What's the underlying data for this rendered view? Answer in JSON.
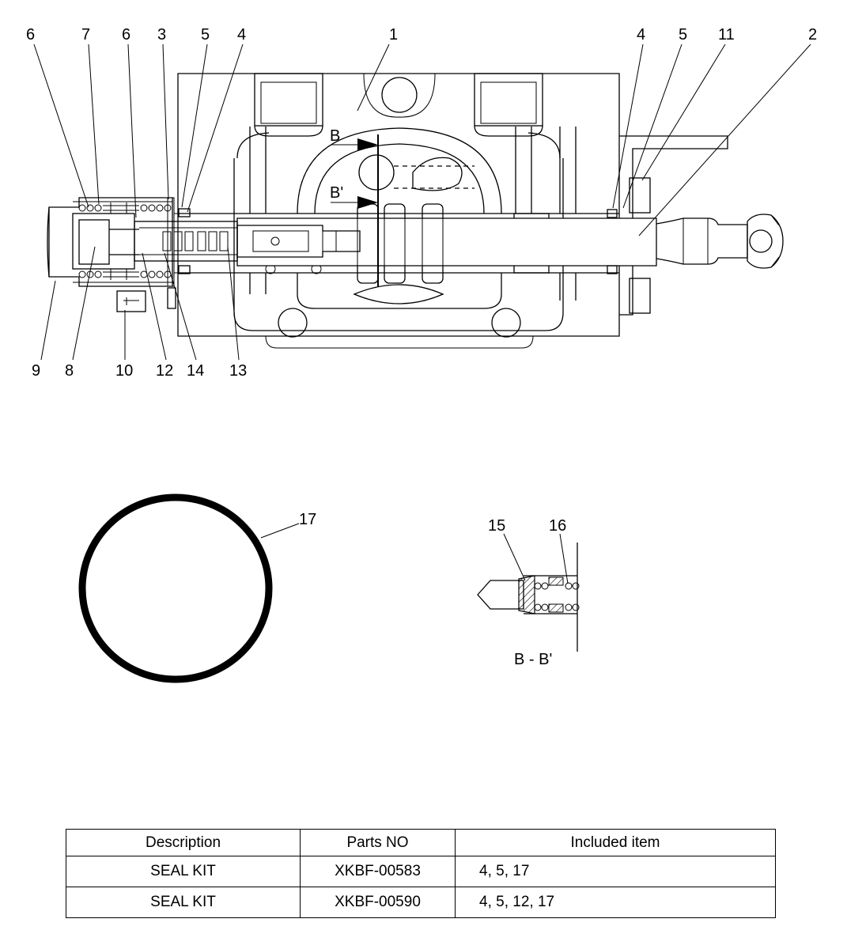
{
  "callouts": {
    "top": [
      "6",
      "7",
      "6",
      "3",
      "5",
      "4",
      "1",
      "4",
      "5",
      "11",
      "2"
    ],
    "bottom": [
      "9",
      "8",
      "10",
      "12",
      "14",
      "13"
    ],
    "ring": "17",
    "detail": [
      "15",
      "16"
    ]
  },
  "section_marks": {
    "b": "B",
    "b_prime": "B'"
  },
  "section_caption": "B - B'",
  "kit_table": {
    "headers": [
      "Description",
      "Parts NO",
      "Included item"
    ],
    "rows": [
      [
        "SEAL KIT",
        "XKBF-00583",
        "4, 5, 17"
      ],
      [
        "SEAL KIT",
        "XKBF-00590",
        "4, 5, 12, 17"
      ]
    ]
  }
}
